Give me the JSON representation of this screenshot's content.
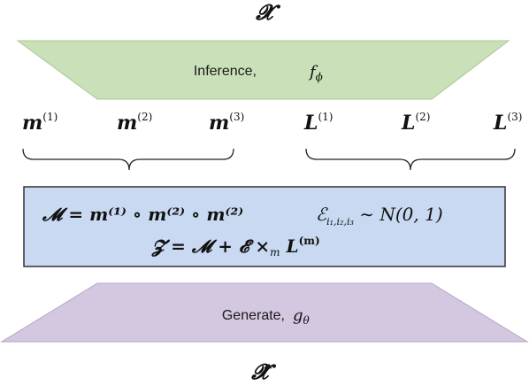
{
  "top_symbol": "𝓧",
  "bottom_symbol": "𝓧̂",
  "inference": {
    "label": "Inference,",
    "func": "f",
    "func_sub": "ϕ",
    "color": "#c9e0b8",
    "stroke": "#a9c893"
  },
  "generate": {
    "label": "Generate,",
    "func": "g",
    "func_sub": "θ",
    "color": "#d4c7e0",
    "stroke": "#b6a6c8"
  },
  "left_vars": [
    {
      "base": "m",
      "sup": "(1)"
    },
    {
      "base": "m",
      "sup": "(2)"
    },
    {
      "base": "m",
      "sup": "(3)"
    }
  ],
  "right_vars": [
    {
      "base": "L",
      "sup": "(1)"
    },
    {
      "base": "L",
      "sup": "(2)"
    },
    {
      "base": "L",
      "sup": "(3)"
    }
  ],
  "equation_box": {
    "fill": "#c9d9f2",
    "stroke": "#333333",
    "line1_left": "𝓜 = m⁽¹⁾ ∘ m⁽²⁾ ∘ m⁽²⁾",
    "line1_right": "ℰ",
    "line1_right_sub": "i₁,i₂,i₃",
    "line1_right_tail": " ∼ N(0, 1)",
    "line2": "𝓩 = 𝓜 + 𝓔 ×",
    "line2_sub": "m",
    "line2_tail": " L",
    "line2_sup": "(m)"
  }
}
